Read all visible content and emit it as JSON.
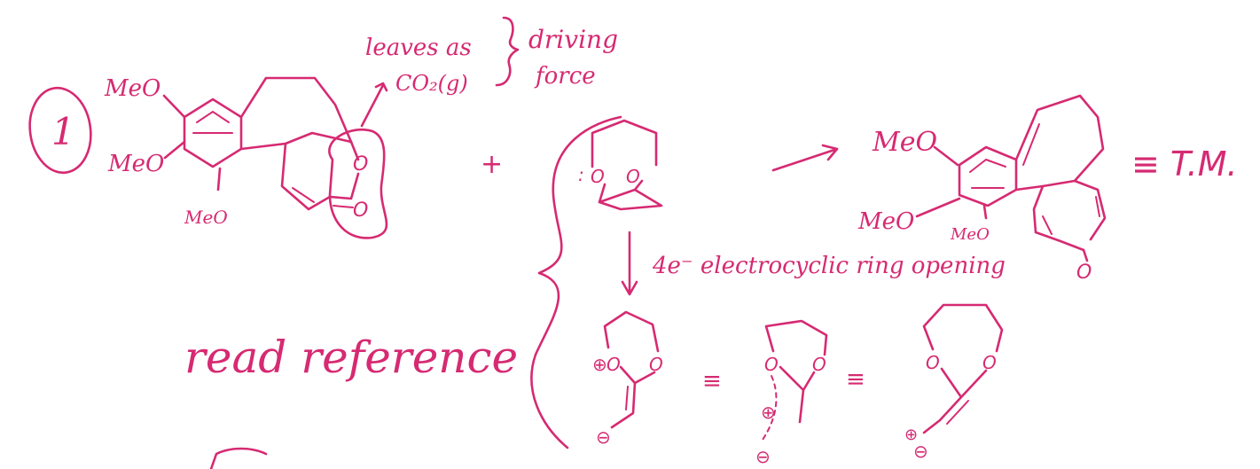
{
  "step_number": "1",
  "reactant": {
    "substituent_top": "MeO",
    "substituent_middle": "MeO",
    "substituent_bottom": "MeO",
    "lactone_o_top": "O",
    "lactone_o_bottom": "O"
  },
  "annotation": {
    "leaves_as": "leaves as",
    "co2": "CO₂(g)",
    "driving": "driving",
    "force": "force"
  },
  "plus_sign": "+",
  "reagent_oxygens": [
    "O",
    "O"
  ],
  "reagent_lone_pair": ":",
  "product": {
    "substituent_top": "MeO",
    "substituent_middle": "MeO",
    "substituent_bottom": "MeO",
    "carbonyl_o": "O",
    "equals_label": "≡ T.M."
  },
  "mechanism": {
    "step_label": "4e⁻ electrocyclic ring opening",
    "equiv": "≡",
    "structure1": {
      "o1": "O",
      "o2": "O",
      "plus": "⊕",
      "minus": "⊖"
    },
    "structure2": {
      "o1": "O",
      "o2": "O",
      "plus": "⊕",
      "minus": "⊖"
    },
    "structure3": {
      "o1": "O",
      "o2": "O",
      "plus": "⊕",
      "minus": "⊖"
    }
  },
  "note": "read reference"
}
